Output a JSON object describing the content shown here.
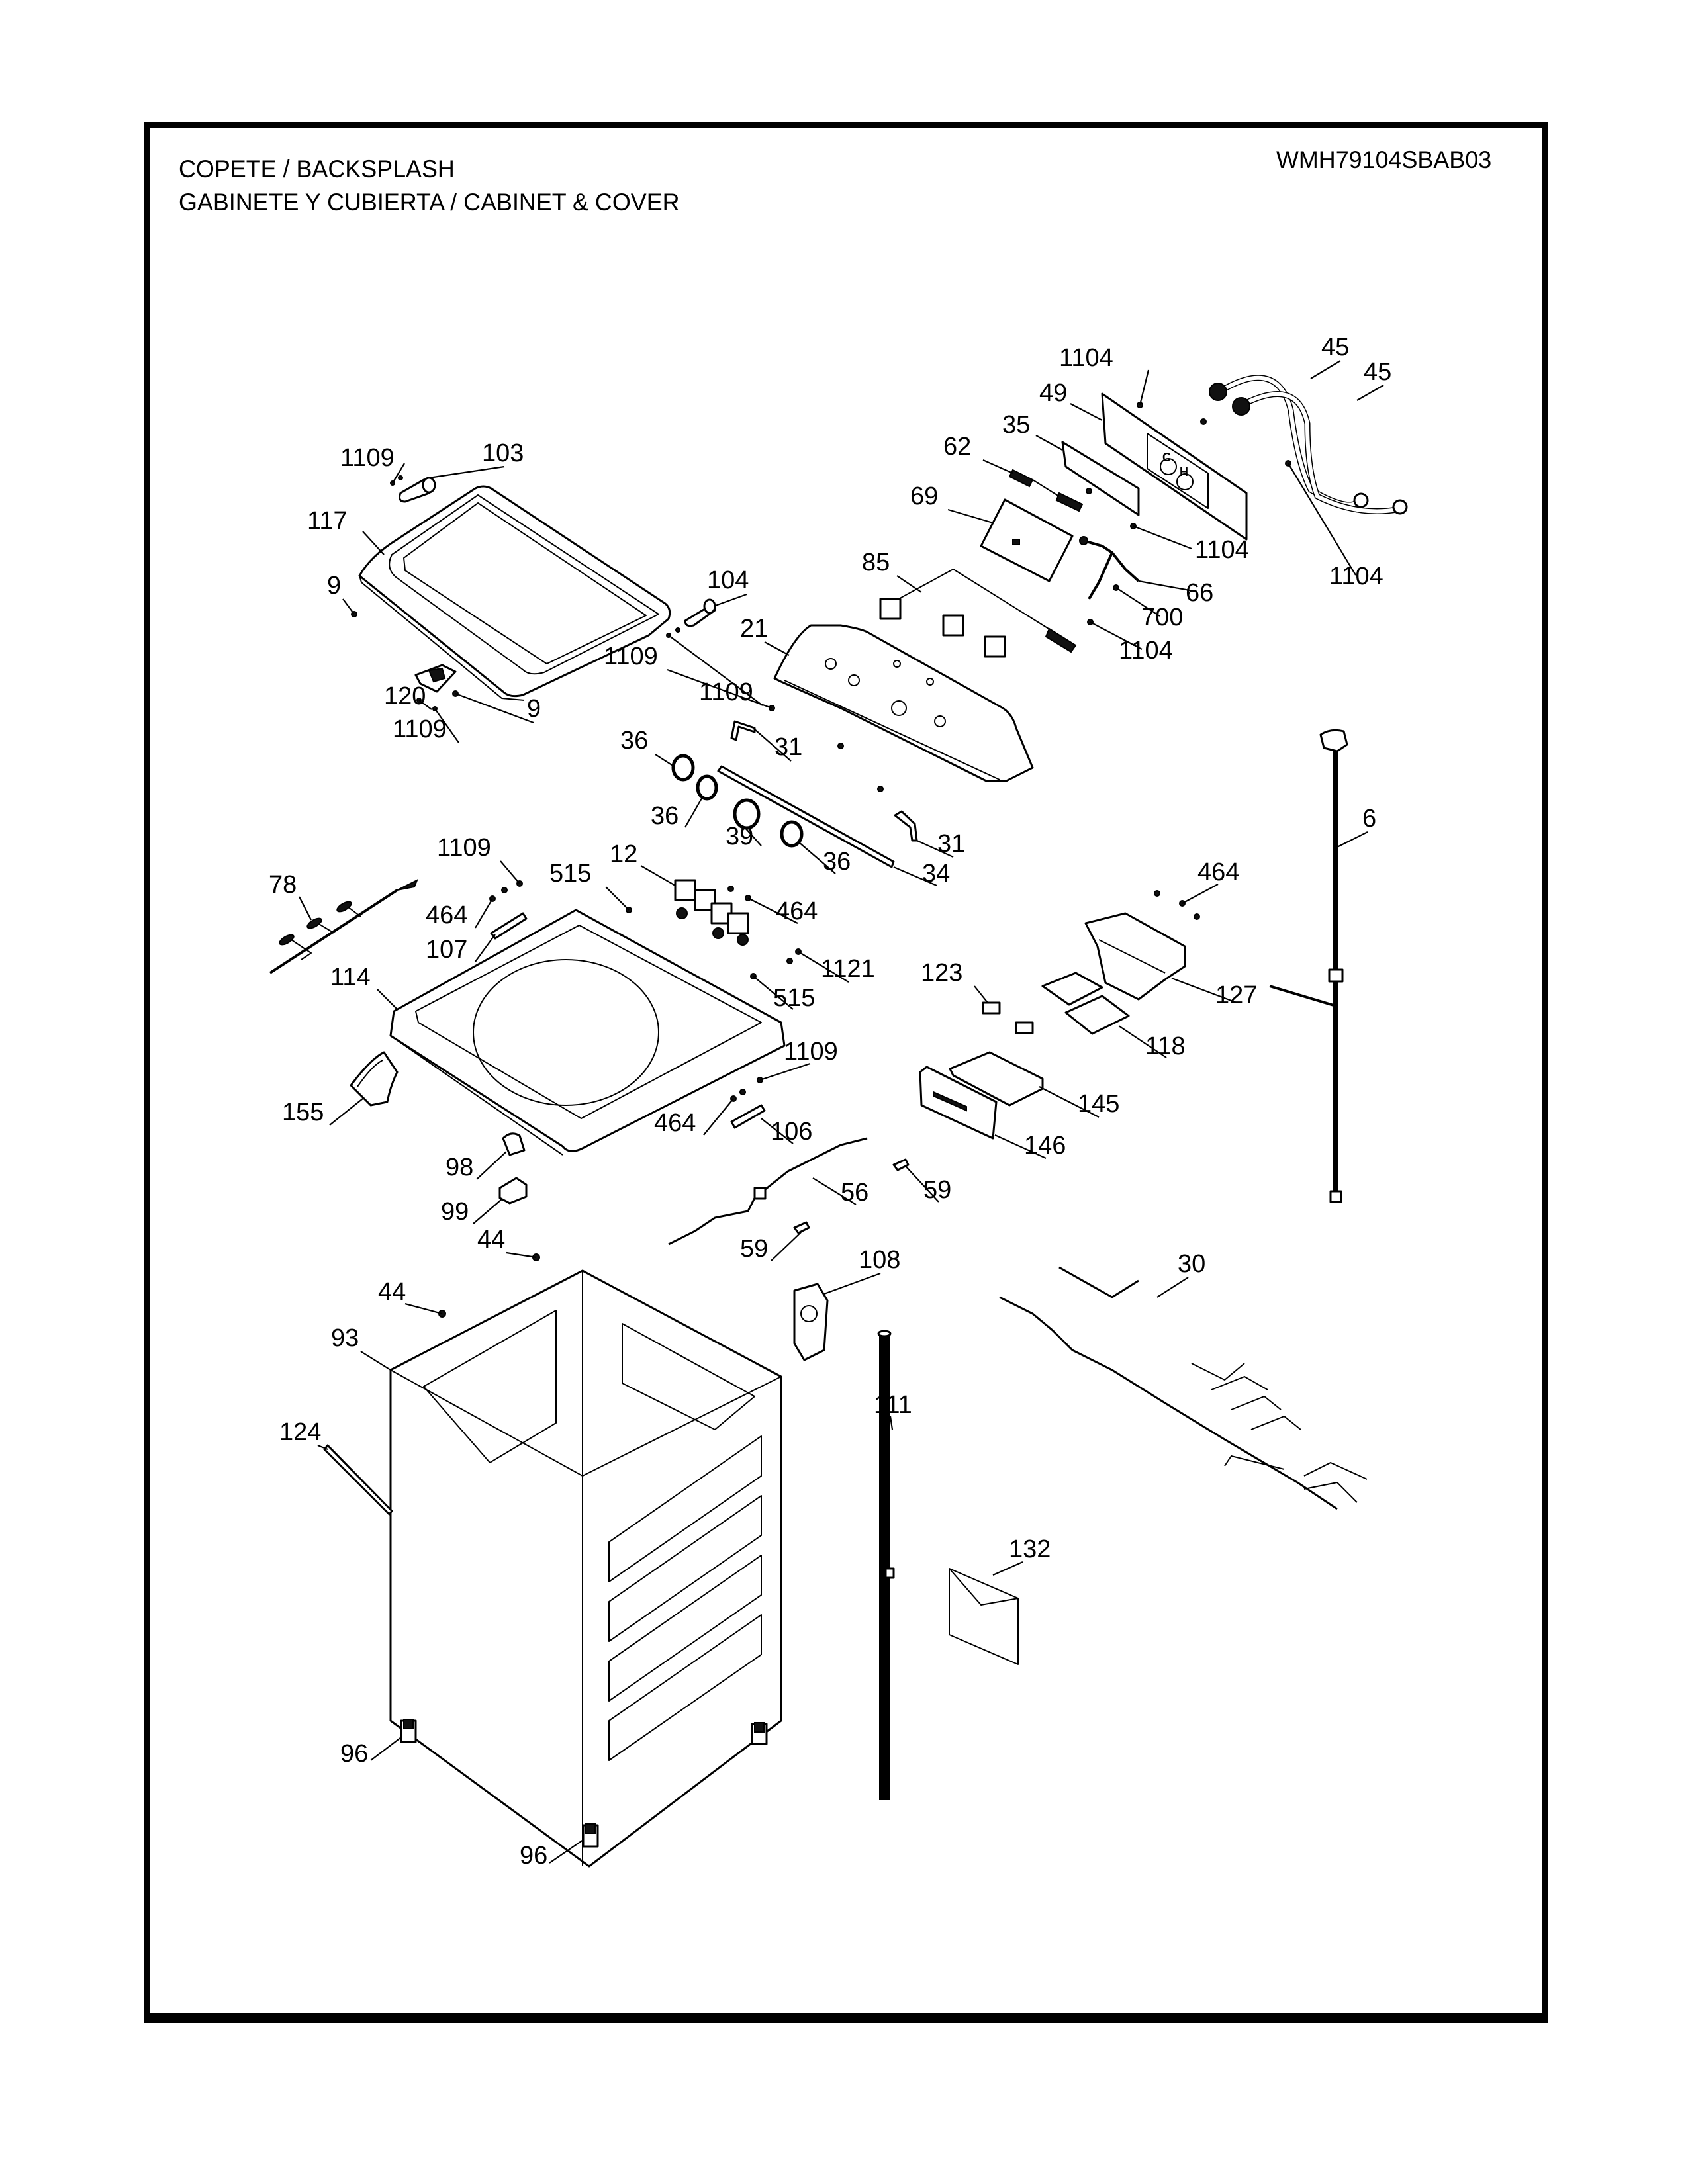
{
  "header": {
    "title_line1": "COPETE / BACKSPLASH",
    "title_line2": "GABINETE Y CUBIERTA / CABINET & COVER",
    "model_number": "WMH79104SBAB03"
  },
  "diagram": {
    "type": "exploded-parts-diagram",
    "subject": "Washer backsplash, cabinet & cover",
    "callouts": [
      {
        "id": "c1104a",
        "label": "1104"
      },
      {
        "id": "c45a",
        "label": "45"
      },
      {
        "id": "c45b",
        "label": "45"
      },
      {
        "id": "c49",
        "label": "49"
      },
      {
        "id": "c35",
        "label": "35"
      },
      {
        "id": "c62",
        "label": "62"
      },
      {
        "id": "c1109a",
        "label": "1109"
      },
      {
        "id": "c103",
        "label": "103"
      },
      {
        "id": "c69",
        "label": "69"
      },
      {
        "id": "c117",
        "label": "117"
      },
      {
        "id": "c1104b",
        "label": "1104"
      },
      {
        "id": "c1104c",
        "label": "1104"
      },
      {
        "id": "c85",
        "label": "85"
      },
      {
        "id": "c66",
        "label": "66"
      },
      {
        "id": "c9a",
        "label": "9"
      },
      {
        "id": "c104",
        "label": "104"
      },
      {
        "id": "c700",
        "label": "700"
      },
      {
        "id": "c21",
        "label": "21"
      },
      {
        "id": "c1104d",
        "label": "1104"
      },
      {
        "id": "c1109b",
        "label": "1109"
      },
      {
        "id": "c120",
        "label": "120"
      },
      {
        "id": "c1109c",
        "label": "1109"
      },
      {
        "id": "c9b",
        "label": "9"
      },
      {
        "id": "c1109d",
        "label": "1109"
      },
      {
        "id": "c31a",
        "label": "31"
      },
      {
        "id": "c36a",
        "label": "36"
      },
      {
        "id": "c36b",
        "label": "36"
      },
      {
        "id": "c39",
        "label": "39"
      },
      {
        "id": "c36c",
        "label": "36"
      },
      {
        "id": "c31b",
        "label": "31"
      },
      {
        "id": "c34",
        "label": "34"
      },
      {
        "id": "c6",
        "label": "6"
      },
      {
        "id": "c1109e",
        "label": "1109"
      },
      {
        "id": "c12",
        "label": "12"
      },
      {
        "id": "c515a",
        "label": "515"
      },
      {
        "id": "c78",
        "label": "78"
      },
      {
        "id": "c464a",
        "label": "464"
      },
      {
        "id": "c464b",
        "label": "464"
      },
      {
        "id": "c464c",
        "label": "464"
      },
      {
        "id": "c107",
        "label": "107"
      },
      {
        "id": "c1121",
        "label": "1121"
      },
      {
        "id": "c123",
        "label": "123"
      },
      {
        "id": "c127",
        "label": "127"
      },
      {
        "id": "c114",
        "label": "114"
      },
      {
        "id": "c515b",
        "label": "515"
      },
      {
        "id": "c118",
        "label": "118"
      },
      {
        "id": "c1109f",
        "label": "1109"
      },
      {
        "id": "c155",
        "label": "155"
      },
      {
        "id": "c145",
        "label": "145"
      },
      {
        "id": "c464d",
        "label": "464"
      },
      {
        "id": "c106",
        "label": "106"
      },
      {
        "id": "c146",
        "label": "146"
      },
      {
        "id": "c98",
        "label": "98"
      },
      {
        "id": "c56",
        "label": "56"
      },
      {
        "id": "c59a",
        "label": "59"
      },
      {
        "id": "c99",
        "label": "99"
      },
      {
        "id": "c44a",
        "label": "44"
      },
      {
        "id": "c59b",
        "label": "59"
      },
      {
        "id": "c108",
        "label": "108"
      },
      {
        "id": "c30",
        "label": "30"
      },
      {
        "id": "c44b",
        "label": "44"
      },
      {
        "id": "c93",
        "label": "93"
      },
      {
        "id": "c111",
        "label": "111"
      },
      {
        "id": "c124",
        "label": "124"
      },
      {
        "id": "c132",
        "label": "132"
      },
      {
        "id": "c96a",
        "label": "96"
      },
      {
        "id": "c96b",
        "label": "96"
      }
    ],
    "hose_markings": [
      "C",
      "H"
    ]
  }
}
